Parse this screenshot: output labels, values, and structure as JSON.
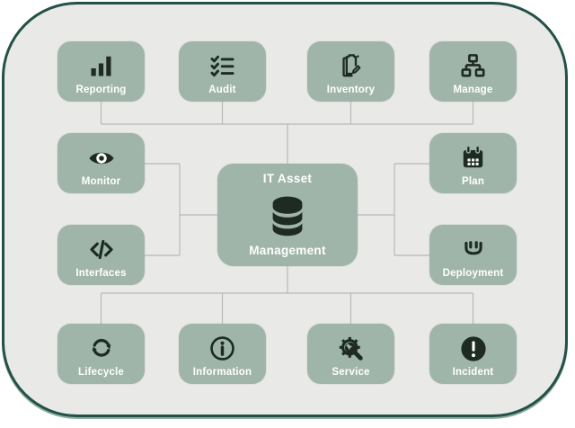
{
  "diagram": {
    "title": "IT Asset Management",
    "center": {
      "line1": "IT Asset",
      "line2": "Management",
      "icon": "database-icon"
    },
    "nodes": [
      {
        "id": "reporting",
        "label": "Reporting",
        "icon": "bar-chart-icon"
      },
      {
        "id": "audit",
        "label": "Audit",
        "icon": "checklist-icon"
      },
      {
        "id": "inventory",
        "label": "Inventory",
        "icon": "clipboard-pencil-icon"
      },
      {
        "id": "manage",
        "label": "Manage",
        "icon": "org-chart-icon"
      },
      {
        "id": "monitor",
        "label": "Monitor",
        "icon": "eye-icon"
      },
      {
        "id": "plan",
        "label": "Plan",
        "icon": "calendar-icon"
      },
      {
        "id": "interfaces",
        "label": "Interfaces",
        "icon": "code-icon"
      },
      {
        "id": "deployment",
        "label": "Deployment",
        "icon": "open-hands-icon"
      },
      {
        "id": "lifecycle",
        "label": "Lifecycle",
        "icon": "cycle-arrows-icon"
      },
      {
        "id": "information",
        "label": "Information",
        "icon": "info-circle-icon"
      },
      {
        "id": "service",
        "label": "Service",
        "icon": "gear-wrench-icon"
      },
      {
        "id": "incident",
        "label": "Incident",
        "icon": "exclamation-circle-icon"
      }
    ],
    "colors": {
      "node_fill": "#a0b5aa",
      "icon": "#1d2b23",
      "outer_border": "#235148",
      "canvas_background": "#e9e9e8",
      "connector_line": "#b9b9b9",
      "label_text": "#ffffff"
    }
  }
}
